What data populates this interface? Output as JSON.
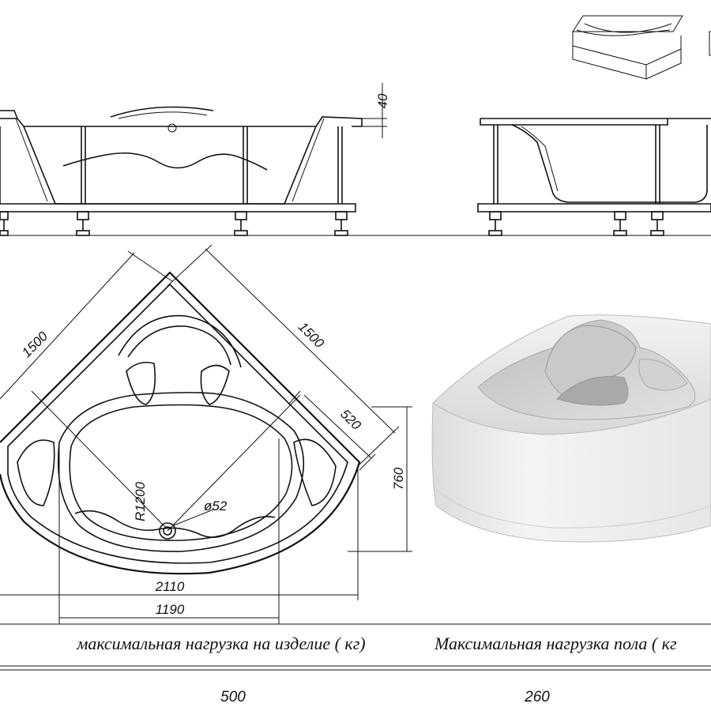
{
  "drawing": {
    "dimensions": {
      "rim_height": "40",
      "side_a": "1500",
      "side_b": "1500",
      "depth_520": "520",
      "height_760": "760",
      "radius": "R1200",
      "drain": "ø52",
      "width_2110": "2110",
      "width_1190": "1190"
    }
  },
  "table": {
    "col1_header": "максимальная нагрузка на изделие ( кг)",
    "col2_header": "Максимальная нагрузка пола ( кг",
    "col1_value": "500",
    "col2_value": "260"
  },
  "icon": {
    "name": "bathtub-frame-icon"
  }
}
